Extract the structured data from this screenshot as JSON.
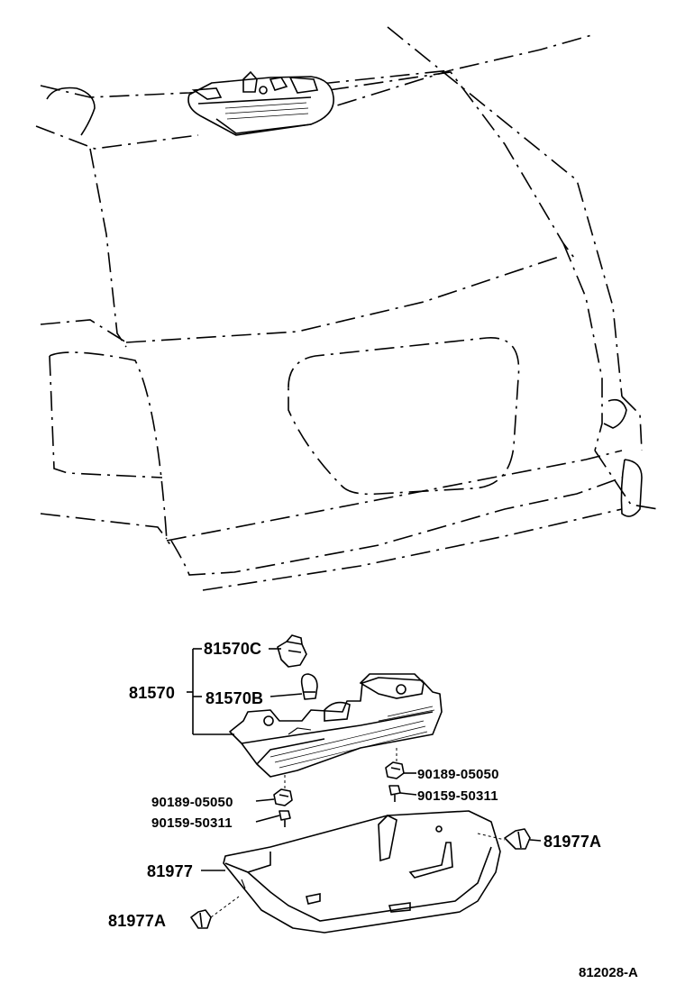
{
  "diagram": {
    "reference_code": "812028-A",
    "parts": {
      "assembly": "81570",
      "socket": "81570C",
      "bulb": "81570B",
      "nut_left": "90189-05050",
      "screw_left": "90159-50311",
      "nut_right": "90189-05050",
      "screw_right": "90159-50311",
      "cover": "81977",
      "clip_right": "81977A",
      "clip_left": "81977A"
    }
  }
}
